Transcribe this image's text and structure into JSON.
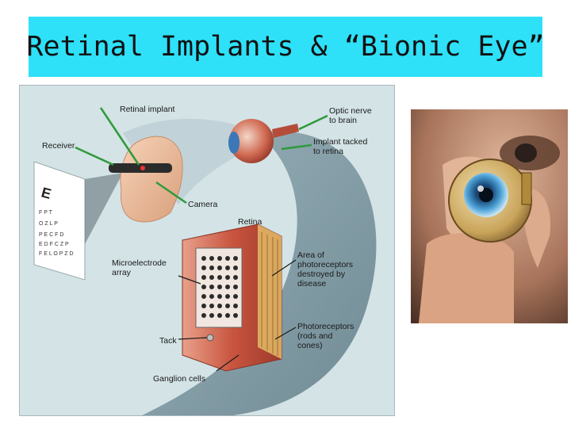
{
  "slide": {
    "title": "Retinal Implants & “Bionic Eye”"
  },
  "diagram": {
    "labels": {
      "retinal_implant": "Retinal implant",
      "optic_nerve_line1": "Optic nerve",
      "optic_nerve_line2": "to brain",
      "receiver": "Receiver",
      "implant_tacked_line1": "Implant tacked",
      "implant_tacked_line2": "to retina",
      "camera": "Camera",
      "retina": "Retina",
      "microelectrode_line1": "Microelectrode",
      "microelectrode_line2": "array",
      "area_line1": "Area of",
      "area_line2": "photoreceptors",
      "area_line3": "destroyed by",
      "area_line4": "disease",
      "photoreceptors_line1": "Photoreceptors",
      "photoreceptors_line2": "(rods and",
      "photoreceptors_line3": "cones)",
      "tack": "Tack",
      "ganglion_cells": "Ganglion cells"
    },
    "colors": {
      "pointer_green": "#2f9a3a",
      "background": "#d3e3e6",
      "tissue_red": "#c9553f"
    }
  },
  "photo": {
    "subject": "hand holding prosthetic eye"
  }
}
